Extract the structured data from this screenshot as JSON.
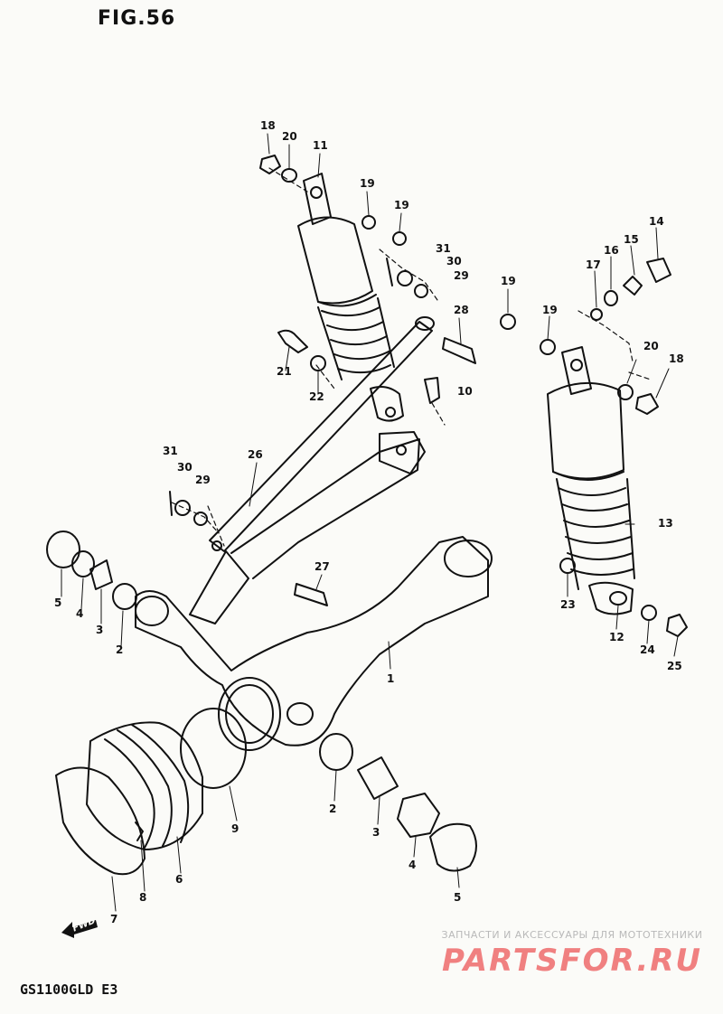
{
  "figure_title": "FIG.56",
  "model_code": "GS1100GLD E3",
  "fwd_label": "FWD",
  "watermark": {
    "line1": "ЗАПЧАСТИ И АКСЕССУАРЫ ДЛЯ МОТОТЕХНИКИ",
    "line2": "PARTSFOR.RU"
  },
  "callouts": [
    {
      "id": "18a",
      "label": "18"
    },
    {
      "id": "20a",
      "label": "20"
    },
    {
      "id": "11",
      "label": "11"
    },
    {
      "id": "19a",
      "label": "19"
    },
    {
      "id": "19b",
      "label": "19"
    },
    {
      "id": "31a",
      "label": "31"
    },
    {
      "id": "30a",
      "label": "30"
    },
    {
      "id": "29a",
      "label": "29"
    },
    {
      "id": "19c",
      "label": "19"
    },
    {
      "id": "14",
      "label": "14"
    },
    {
      "id": "16",
      "label": "16"
    },
    {
      "id": "15",
      "label": "15"
    },
    {
      "id": "17",
      "label": "17"
    },
    {
      "id": "19d",
      "label": "19"
    },
    {
      "id": "28",
      "label": "28"
    },
    {
      "id": "21",
      "label": "21"
    },
    {
      "id": "22",
      "label": "22"
    },
    {
      "id": "10",
      "label": "10"
    },
    {
      "id": "20b",
      "label": "20"
    },
    {
      "id": "18b",
      "label": "18"
    },
    {
      "id": "31b",
      "label": "31"
    },
    {
      "id": "30b",
      "label": "30"
    },
    {
      "id": "29b",
      "label": "29"
    },
    {
      "id": "26",
      "label": "26"
    },
    {
      "id": "13",
      "label": "13"
    },
    {
      "id": "5a",
      "label": "5"
    },
    {
      "id": "4a",
      "label": "4"
    },
    {
      "id": "3a",
      "label": "3"
    },
    {
      "id": "2a",
      "label": "2"
    },
    {
      "id": "27",
      "label": "27"
    },
    {
      "id": "23",
      "label": "23"
    },
    {
      "id": "12",
      "label": "12"
    },
    {
      "id": "24",
      "label": "24"
    },
    {
      "id": "25",
      "label": "25"
    },
    {
      "id": "1",
      "label": "1"
    },
    {
      "id": "9",
      "label": "9"
    },
    {
      "id": "2b",
      "label": "2"
    },
    {
      "id": "3b",
      "label": "3"
    },
    {
      "id": "4b",
      "label": "4"
    },
    {
      "id": "5b",
      "label": "5"
    },
    {
      "id": "6",
      "label": "6"
    },
    {
      "id": "8",
      "label": "8"
    },
    {
      "id": "7",
      "label": "7"
    }
  ]
}
